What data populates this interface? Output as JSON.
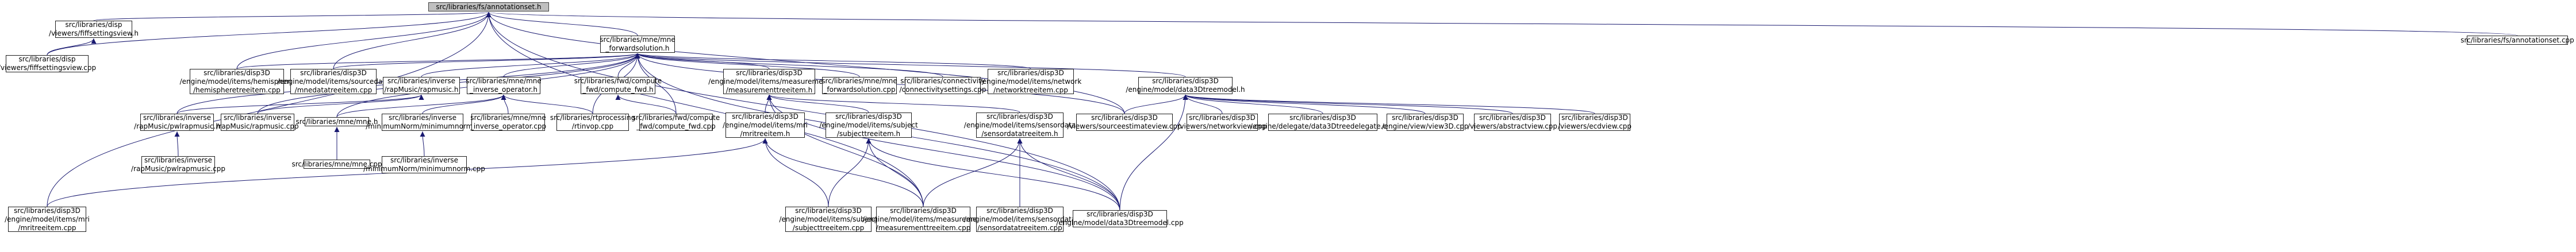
{
  "graph": {
    "nodes": [
      {
        "id": "root",
        "root": true,
        "lines": [
          "src/libraries/fs/annotationset.h"
        ]
      },
      {
        "id": "fiffsettingsview_h",
        "lines": [
          "src/libraries/disp",
          "/viewers/fiffsettingsview.h"
        ]
      },
      {
        "id": "fiffsettingsview_cpp",
        "lines": [
          "src/libraries/disp",
          "/viewers/fiffsettingsview.cpp"
        ]
      },
      {
        "id": "forwardsolution_h",
        "lines": [
          "src/libraries/mne/mne",
          "_forwardsolution.h"
        ]
      },
      {
        "id": "annotationset_cpp",
        "lines": [
          "src/libraries/fs/annotationset.cpp"
        ]
      },
      {
        "id": "hemisphere_cpp",
        "lines": [
          "src/libraries/disp3D",
          "/engine/model/items/hemisphere",
          "/hemispheretreeitem.cpp"
        ]
      },
      {
        "id": "mnedata_cpp",
        "lines": [
          "src/libraries/disp3D",
          "/engine/model/items/sourcedata",
          "/mnedatatreeitem.cpp"
        ]
      },
      {
        "id": "rapmusic_h",
        "lines": [
          "src/libraries/inverse",
          "/rapMusic/rapmusic.h"
        ]
      },
      {
        "id": "inverse_op_h",
        "lines": [
          "src/libraries/mne/mne",
          "_inverse_operator.h"
        ]
      },
      {
        "id": "compute_fwd_h",
        "lines": [
          "src/libraries/fwd/compute",
          "_fwd/compute_fwd.h"
        ]
      },
      {
        "id": "measurement_h",
        "lines": [
          "src/libraries/disp3D",
          "/engine/model/items/measurement",
          "/measurementtreeitem.h"
        ]
      },
      {
        "id": "fwdsol_cpp",
        "lines": [
          "src/libraries/mne/mne",
          "_forwardsolution.cpp"
        ]
      },
      {
        "id": "connectivity_cpp",
        "lines": [
          "src/libraries/connectivity",
          "/connectivitysettings.cpp"
        ]
      },
      {
        "id": "network_cpp",
        "lines": [
          "src/libraries/disp3D",
          "/engine/model/items/network",
          "/networktreeitem.cpp"
        ]
      },
      {
        "id": "treemodel_h",
        "lines": [
          "src/libraries/disp3D",
          "/engine/model/data3Dtreemodel.h"
        ]
      },
      {
        "id": "pwlrapmusic_h",
        "lines": [
          "src/libraries/inverse",
          "/rapMusic/pwlrapmusic.h"
        ]
      },
      {
        "id": "rapmusic_cpp",
        "lines": [
          "src/libraries/inverse",
          "/rapMusic/rapmusic.cpp"
        ]
      },
      {
        "id": "mne_h",
        "lines": [
          "src/libraries/mne/mne.h"
        ]
      },
      {
        "id": "minnorm_h",
        "lines": [
          "src/libraries/inverse",
          "/minimumNorm/minimumnorm.h"
        ]
      },
      {
        "id": "inverse_op_cpp",
        "lines": [
          "src/libraries/mne/mne",
          "_inverse_operator.cpp"
        ]
      },
      {
        "id": "rtinvop_cpp",
        "lines": [
          "src/libraries/rtprocessing",
          "/rtinvop.cpp"
        ]
      },
      {
        "id": "compute_fwd_cpp",
        "lines": [
          "src/libraries/fwd/compute",
          "_fwd/compute_fwd.cpp"
        ]
      },
      {
        "id": "mri_h",
        "lines": [
          "src/libraries/disp3D",
          "/engine/model/items/mri",
          "/mritreeitem.h"
        ]
      },
      {
        "id": "subject_h",
        "lines": [
          "src/libraries/disp3D",
          "/engine/model/items/subject",
          "/subjecttreeitem.h"
        ]
      },
      {
        "id": "sensordata_h",
        "lines": [
          "src/libraries/disp3D",
          "/engine/model/items/sensordata",
          "/sensordatatreeitem.h"
        ]
      },
      {
        "id": "sourceest_cpp",
        "lines": [
          "src/libraries/disp3D",
          "/viewers/sourceestimateview.cpp"
        ]
      },
      {
        "id": "networkview_cpp",
        "lines": [
          "src/libraries/disp3D",
          "/viewers/networkview.cpp"
        ]
      },
      {
        "id": "delegate_cpp",
        "lines": [
          "src/libraries/disp3D",
          "/engine/delegate/data3Dtreedelegate.cpp"
        ]
      },
      {
        "id": "view3d_cpp",
        "lines": [
          "src/libraries/disp3D",
          "/engine/view/view3D.cpp"
        ]
      },
      {
        "id": "abstractview_cpp",
        "lines": [
          "src/libraries/disp3D",
          "/viewers/abstractview.cpp"
        ]
      },
      {
        "id": "ecdview_cpp",
        "lines": [
          "src/libraries/disp3D",
          "/viewers/ecdview.cpp"
        ]
      },
      {
        "id": "pwlrapmusic_cpp",
        "lines": [
          "src/libraries/inverse",
          "/rapMusic/pwlrapmusic.cpp"
        ]
      },
      {
        "id": "mne_cpp",
        "lines": [
          "src/libraries/mne/mne.cpp"
        ]
      },
      {
        "id": "minnorm_cpp",
        "lines": [
          "src/libraries/inverse",
          "/minimumNorm/minimumnorm.cpp"
        ]
      },
      {
        "id": "mri_cpp",
        "lines": [
          "src/libraries/disp3D",
          "/engine/model/items/mri",
          "/mritreeitem.cpp"
        ]
      },
      {
        "id": "subject_cpp",
        "lines": [
          "src/libraries/disp3D",
          "/engine/model/items/subject",
          "/subjecttreeitem.cpp"
        ]
      },
      {
        "id": "measurement_cpp",
        "lines": [
          "src/libraries/disp3D",
          "/engine/model/items/measurement",
          "/measurementtreeitem.cpp"
        ]
      },
      {
        "id": "sensordata_cpp",
        "lines": [
          "src/libraries/disp3D",
          "/engine/model/items/sensordata",
          "/sensordatatreeitem.cpp"
        ]
      },
      {
        "id": "treemodel_cpp",
        "lines": [
          "src/libraries/disp3D",
          "/engine/model/data3Dtreemodel.cpp"
        ]
      }
    ],
    "edges": [
      [
        "fiffsettingsview_h",
        "root"
      ],
      [
        "forwardsolution_h",
        "root"
      ],
      [
        "annotationset_cpp",
        "root"
      ],
      [
        "hemisphere_cpp",
        "root"
      ],
      [
        "mnedata_cpp",
        "root"
      ],
      [
        "fiffsettingsview_cpp",
        "root"
      ],
      [
        "mri_cpp",
        "root"
      ],
      [
        "sourceest_cpp",
        "root"
      ],
      [
        "measurement_cpp",
        "root"
      ],
      [
        "treemodel_cpp",
        "root"
      ],
      [
        "fiffsettingsview_cpp",
        "fiffsettingsview_h"
      ],
      [
        "hemisphere_cpp",
        "forwardsolution_h"
      ],
      [
        "mnedata_cpp",
        "forwardsolution_h"
      ],
      [
        "rapmusic_h",
        "forwardsolution_h"
      ],
      [
        "inverse_op_h",
        "forwardsolution_h"
      ],
      [
        "compute_fwd_h",
        "forwardsolution_h"
      ],
      [
        "measurement_h",
        "forwardsolution_h"
      ],
      [
        "fwdsol_cpp",
        "forwardsolution_h"
      ],
      [
        "connectivity_cpp",
        "forwardsolution_h"
      ],
      [
        "network_cpp",
        "forwardsolution_h"
      ],
      [
        "treemodel_h",
        "forwardsolution_h"
      ],
      [
        "pwlrapmusic_h",
        "forwardsolution_h"
      ],
      [
        "rapmusic_cpp",
        "forwardsolution_h"
      ],
      [
        "mne_h",
        "forwardsolution_h"
      ],
      [
        "rtinvop_cpp",
        "forwardsolution_h"
      ],
      [
        "compute_fwd_cpp",
        "forwardsolution_h"
      ],
      [
        "sourceest_cpp",
        "forwardsolution_h"
      ],
      [
        "treemodel_cpp",
        "forwardsolution_h"
      ],
      [
        "pwlrapmusic_h",
        "rapmusic_h"
      ],
      [
        "rapmusic_cpp",
        "rapmusic_h"
      ],
      [
        "mne_h",
        "inverse_op_h"
      ],
      [
        "minnorm_h",
        "inverse_op_h"
      ],
      [
        "inverse_op_cpp",
        "inverse_op_h"
      ],
      [
        "rtinvop_cpp",
        "inverse_op_h"
      ],
      [
        "compute_fwd_cpp",
        "compute_fwd_h"
      ],
      [
        "mri_h",
        "measurement_h"
      ],
      [
        "subject_h",
        "measurement_h"
      ],
      [
        "sensordata_h",
        "measurement_h"
      ],
      [
        "measurement_cpp",
        "measurement_h"
      ],
      [
        "treemodel_cpp",
        "measurement_h"
      ],
      [
        "sourceest_cpp",
        "treemodel_h"
      ],
      [
        "networkview_cpp",
        "treemodel_h"
      ],
      [
        "delegate_cpp",
        "treemodel_h"
      ],
      [
        "view3d_cpp",
        "treemodel_h"
      ],
      [
        "abstractview_cpp",
        "treemodel_h"
      ],
      [
        "ecdview_cpp",
        "treemodel_h"
      ],
      [
        "treemodel_cpp",
        "treemodel_h"
      ],
      [
        "pwlrapmusic_cpp",
        "pwlrapmusic_h"
      ],
      [
        "mne_cpp",
        "mne_h"
      ],
      [
        "minnorm_cpp",
        "minnorm_h"
      ],
      [
        "mri_cpp",
        "mri_h"
      ],
      [
        "subject_cpp",
        "mri_h"
      ],
      [
        "measurement_cpp",
        "mri_h"
      ],
      [
        "subject_cpp",
        "subject_h"
      ],
      [
        "measurement_cpp",
        "subject_h"
      ],
      [
        "treemodel_cpp",
        "subject_h"
      ],
      [
        "measurement_cpp",
        "sensordata_h"
      ],
      [
        "sensordata_cpp",
        "sensordata_h"
      ],
      [
        "treemodel_cpp",
        "sensordata_h"
      ]
    ]
  },
  "colors": {
    "root_fill": "#bfbfbf",
    "node_border": "#1e1e1e",
    "edge": "#191970"
  }
}
